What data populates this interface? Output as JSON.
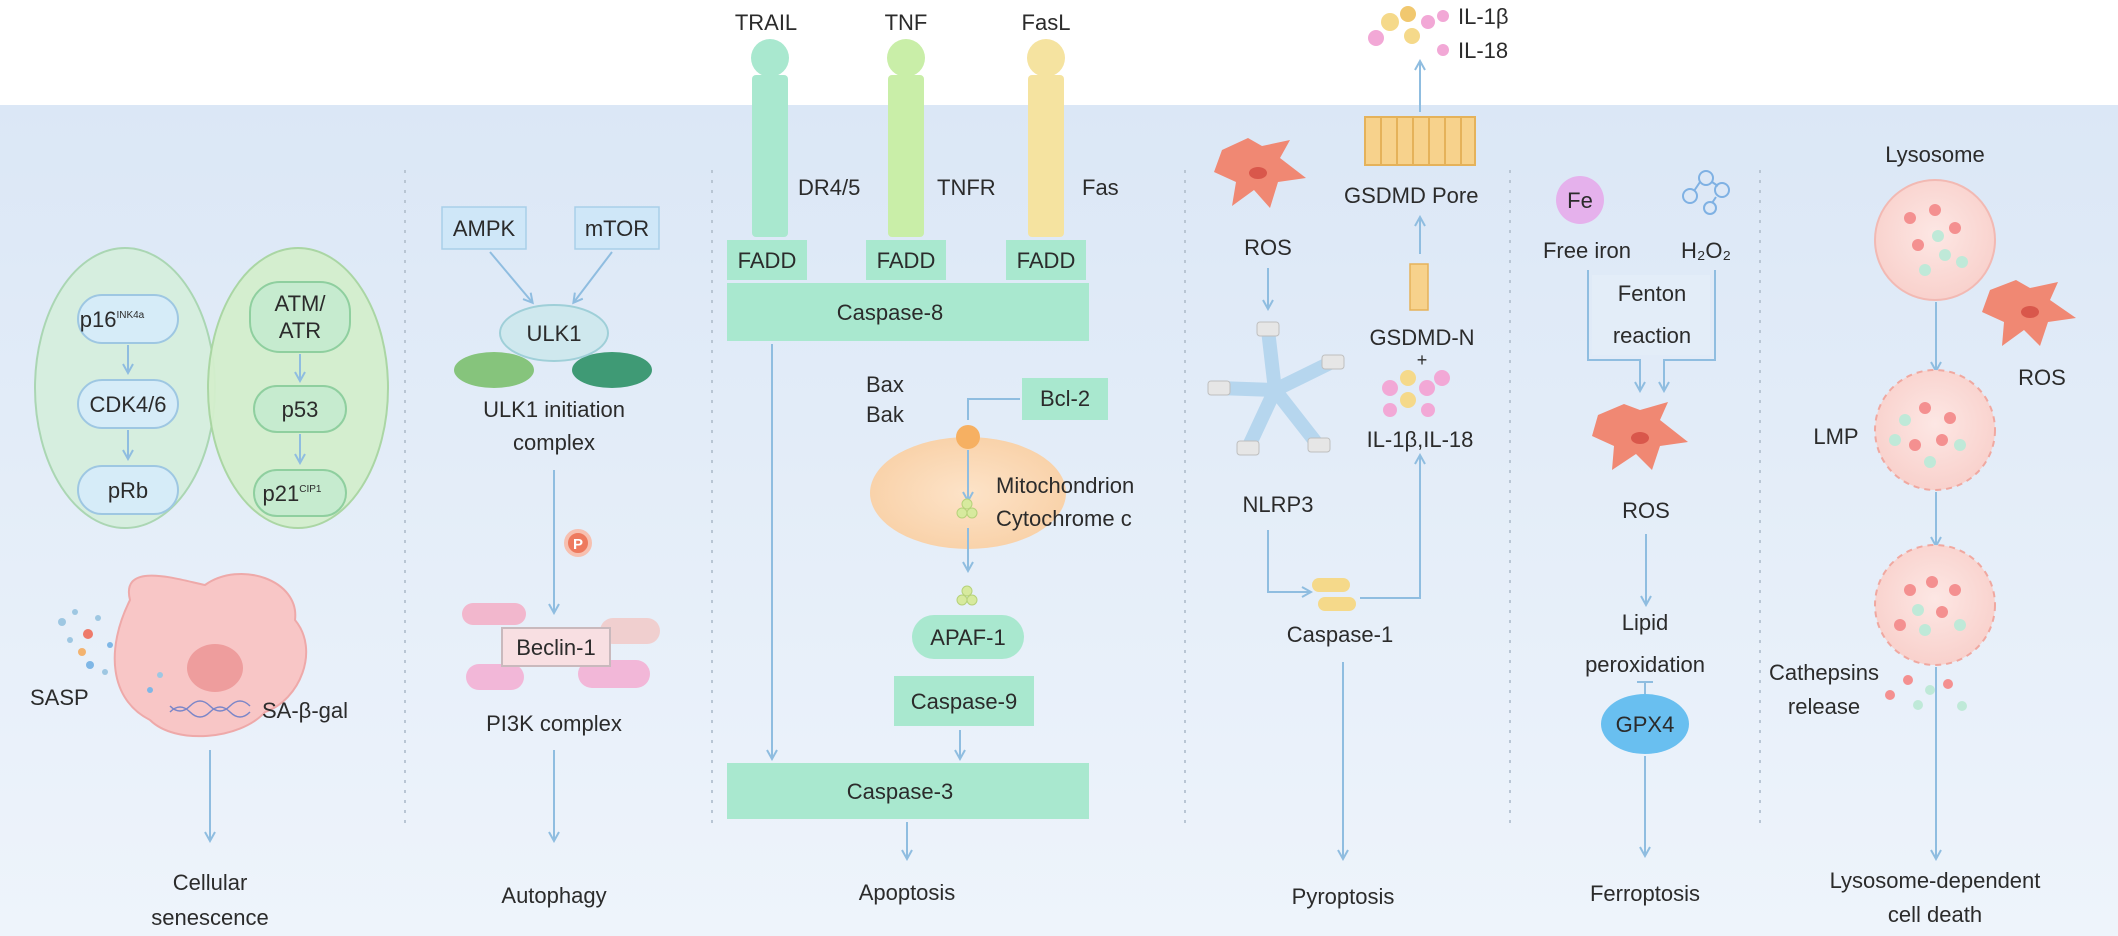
{
  "senescence": {
    "p16": "p16",
    "p16_sup": "INK4a",
    "cdk": "CDK4/6",
    "prb": "pRb",
    "atm1": "ATM/",
    "atm2": "ATR",
    "p53": "p53",
    "p21": "p21",
    "p21_sup": "CIP1",
    "sasp": "SASP",
    "sabgal": "SA-β-gal",
    "title1": "Cellular",
    "title2": "senescence"
  },
  "autophagy": {
    "ampk": "AMPK",
    "mtor": "mTOR",
    "ulk1": "ULK1",
    "complex1": "ULK1 initiation",
    "complex2": "complex",
    "phos": "P",
    "beclin": "Beclin-1",
    "pi3k": "PI3K complex",
    "title": "Autophagy"
  },
  "apoptosis": {
    "trail": "TRAIL",
    "tnf": "TNF",
    "fasl": "FasL",
    "dr45": "DR4/5",
    "tnfr": "TNFR",
    "fas": "Fas",
    "fadd": "FADD",
    "casp8": "Caspase-8",
    "bax": "Bax",
    "bak": "Bak",
    "bcl2": "Bcl-2",
    "mito": "Mitochondrion",
    "cytc": "Cytochrome c",
    "apaf": "APAF-1",
    "casp9": "Caspase-9",
    "casp3": "Caspase-3",
    "title": "Apoptosis"
  },
  "pyroptosis": {
    "il1b": "IL-1β",
    "il18": "IL-18",
    "gsdmd": "GSDMD Pore",
    "ros": "ROS",
    "gsdmdn": "GSDMD-N",
    "plus": "+",
    "ilmix": "IL-1β,IL-18",
    "nlrp3": "NLRP3",
    "casp1": "Caspase-1",
    "title": "Pyroptosis"
  },
  "ferroptosis": {
    "fe": "Fe",
    "freeiron": "Free iron",
    "h2o2": "H₂O₂",
    "fenton1": "Fenton",
    "fenton2": "reaction",
    "ros": "ROS",
    "lipid1": "Lipid",
    "lipid2": "peroxidation",
    "gpx4": "GPX4",
    "title": "Ferroptosis"
  },
  "lysosome": {
    "lysosome": "Lysosome",
    "ros": "ROS",
    "lmp": "LMP",
    "cath1": "Cathepsins",
    "cath2": "release",
    "title1": "Lysosome-dependent",
    "title2": "cell death"
  },
  "colors": {
    "panel": "#e3edf8",
    "arrow": "#8fbde0",
    "teal": "#a9e8cf",
    "blue_oval": "#d3ecf7",
    "green_oval": "#cdeec9",
    "ros": "#f08873",
    "yellow": "#f5d98a",
    "orange": "#f6b27a"
  }
}
